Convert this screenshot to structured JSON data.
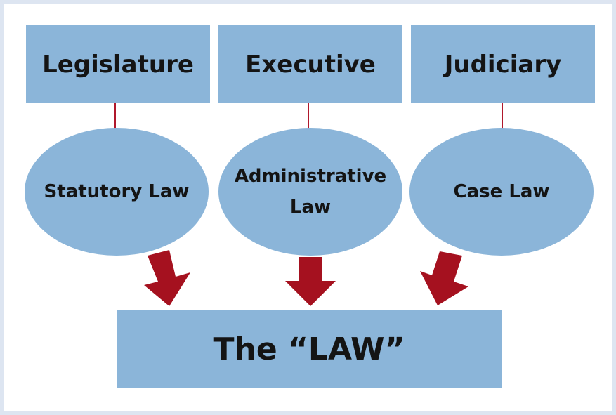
{
  "branches": [
    {
      "name": "Legislature",
      "law": "Statutory Law"
    },
    {
      "name": "Executive",
      "law": "Administrative\nLaw"
    },
    {
      "name": "Judiciary",
      "law": "Case Law"
    }
  ],
  "result": "The “LAW”",
  "colors": {
    "box_fill": "#8bb5d9",
    "arrow": "#a5111f",
    "connector": "#b0182c",
    "background_border": "#dde5f1"
  }
}
